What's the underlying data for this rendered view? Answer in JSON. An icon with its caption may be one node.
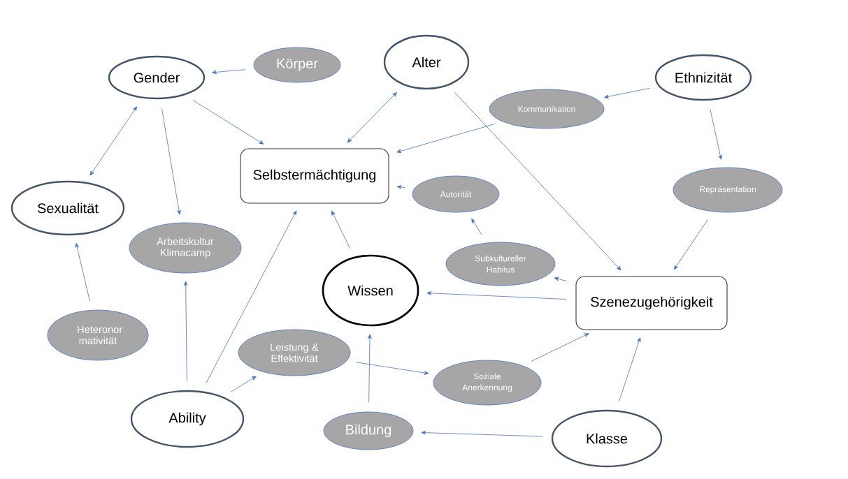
{
  "diagram": {
    "nodes": [
      {
        "text": [
          "Körper"
        ]
      },
      {
        "text": [
          "Gender"
        ]
      },
      {
        "text": [
          "Alter"
        ]
      },
      {
        "text": [
          "Ethnizität"
        ]
      },
      {
        "text": [
          "Kommunikation"
        ]
      },
      {
        "text": [
          "Selbstermächtigung"
        ]
      },
      {
        "text": [
          "Sexualität"
        ]
      },
      {
        "text": [
          "Autorität"
        ]
      },
      {
        "text": [
          "Repräsentation"
        ]
      },
      {
        "text": [
          "Arbeitskultur Klimacamp"
        ]
      },
      {
        "text": [
          "Subkultureller Habitus"
        ]
      },
      {
        "text": [
          "Wissen"
        ]
      },
      {
        "text": [
          "Szenezugehörigkeit"
        ]
      },
      {
        "text": [
          "Heteronor mativität"
        ]
      },
      {
        "text": [
          "Leistung & Effektivität"
        ]
      },
      {
        "text": [
          "Soziale Anerkennung"
        ]
      },
      {
        "text": [
          "Ability"
        ]
      },
      {
        "text": [
          "Bildung"
        ]
      },
      {
        "text": [
          "Klasse"
        ]
      }
    ],
    "edges": [
      {
        "from": 0,
        "to": 1,
        "arrow": "to"
      },
      {
        "from": 1,
        "to": 6,
        "arrow": "both"
      },
      {
        "from": 1,
        "to": 5,
        "arrow": "to"
      },
      {
        "from": 1,
        "to": 9,
        "arrow": "to"
      },
      {
        "from": 2,
        "to": 5,
        "arrow": "both"
      },
      {
        "from": 2,
        "to": 12,
        "arrow": "to"
      },
      {
        "from": 3,
        "to": 4,
        "arrow": "to"
      },
      {
        "from": 4,
        "to": 5,
        "arrow": "to"
      },
      {
        "from": 3,
        "to": 8,
        "arrow": "to"
      },
      {
        "from": 8,
        "to": 12,
        "arrow": "to"
      },
      {
        "from": 7,
        "to": 5,
        "arrow": "to"
      },
      {
        "from": 10,
        "to": 7,
        "arrow": "to"
      },
      {
        "from": 12,
        "to": 10,
        "arrow": "to"
      },
      {
        "from": 12,
        "to": 11,
        "arrow": "to"
      },
      {
        "from": 11,
        "to": 5,
        "arrow": "to"
      },
      {
        "from": 13,
        "to": 6,
        "arrow": "to"
      },
      {
        "from": 16,
        "to": 9,
        "arrow": "to"
      },
      {
        "from": 16,
        "to": 5,
        "arrow": "to"
      },
      {
        "from": 16,
        "to": 14,
        "arrow": "to"
      },
      {
        "from": 14,
        "to": 15,
        "arrow": "to"
      },
      {
        "from": 17,
        "to": 11,
        "arrow": "to"
      },
      {
        "from": 15,
        "to": 12,
        "arrow": "to"
      },
      {
        "from": 18,
        "to": 12,
        "arrow": "to"
      },
      {
        "from": 18,
        "to": 17,
        "arrow": "to"
      }
    ]
  }
}
